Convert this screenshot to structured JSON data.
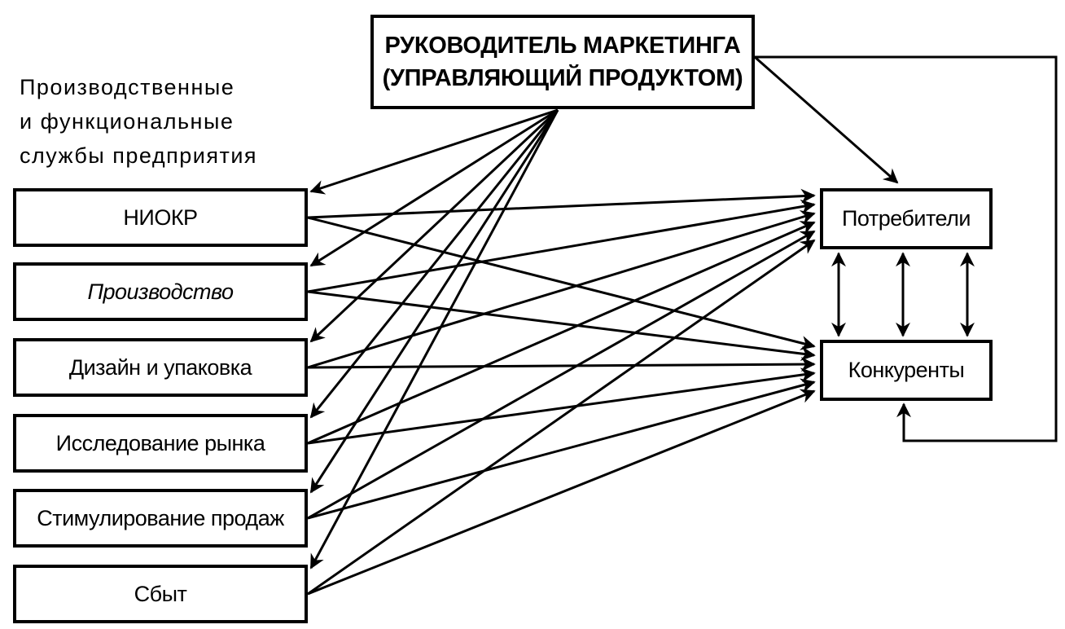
{
  "manager": {
    "label": "РУКОВОДИТЕЛЬ МАРКЕТИНГА\n(УПРАВЛЯЮЩИЙ ПРОДУКТОМ)"
  },
  "caption": "Производственные\nи функциональные\nслужбы предприятия",
  "services": [
    {
      "id": "niokr",
      "label": "НИОКР"
    },
    {
      "id": "production",
      "label": "Производство"
    },
    {
      "id": "design",
      "label": "Дизайн и упаковка"
    },
    {
      "id": "research",
      "label": "Исследование рынка"
    },
    {
      "id": "promotion",
      "label": "Стимулирование продаж"
    },
    {
      "id": "sales",
      "label": "Сбыт"
    }
  ],
  "market": {
    "consumers": "Потребители",
    "competitors": "Конкуренты"
  },
  "relations": {
    "manager_to_services": [
      "niokr",
      "production",
      "design",
      "research",
      "promotion",
      "sales"
    ],
    "services_to_consumers": [
      "niokr",
      "production",
      "design",
      "research",
      "promotion",
      "sales"
    ],
    "services_to_competitors": [
      "niokr",
      "production",
      "design",
      "research",
      "promotion",
      "sales"
    ],
    "manager_to_consumers": true,
    "manager_to_competitors_feedback": true,
    "consumers_competitors_bidirectional_count": 3
  }
}
